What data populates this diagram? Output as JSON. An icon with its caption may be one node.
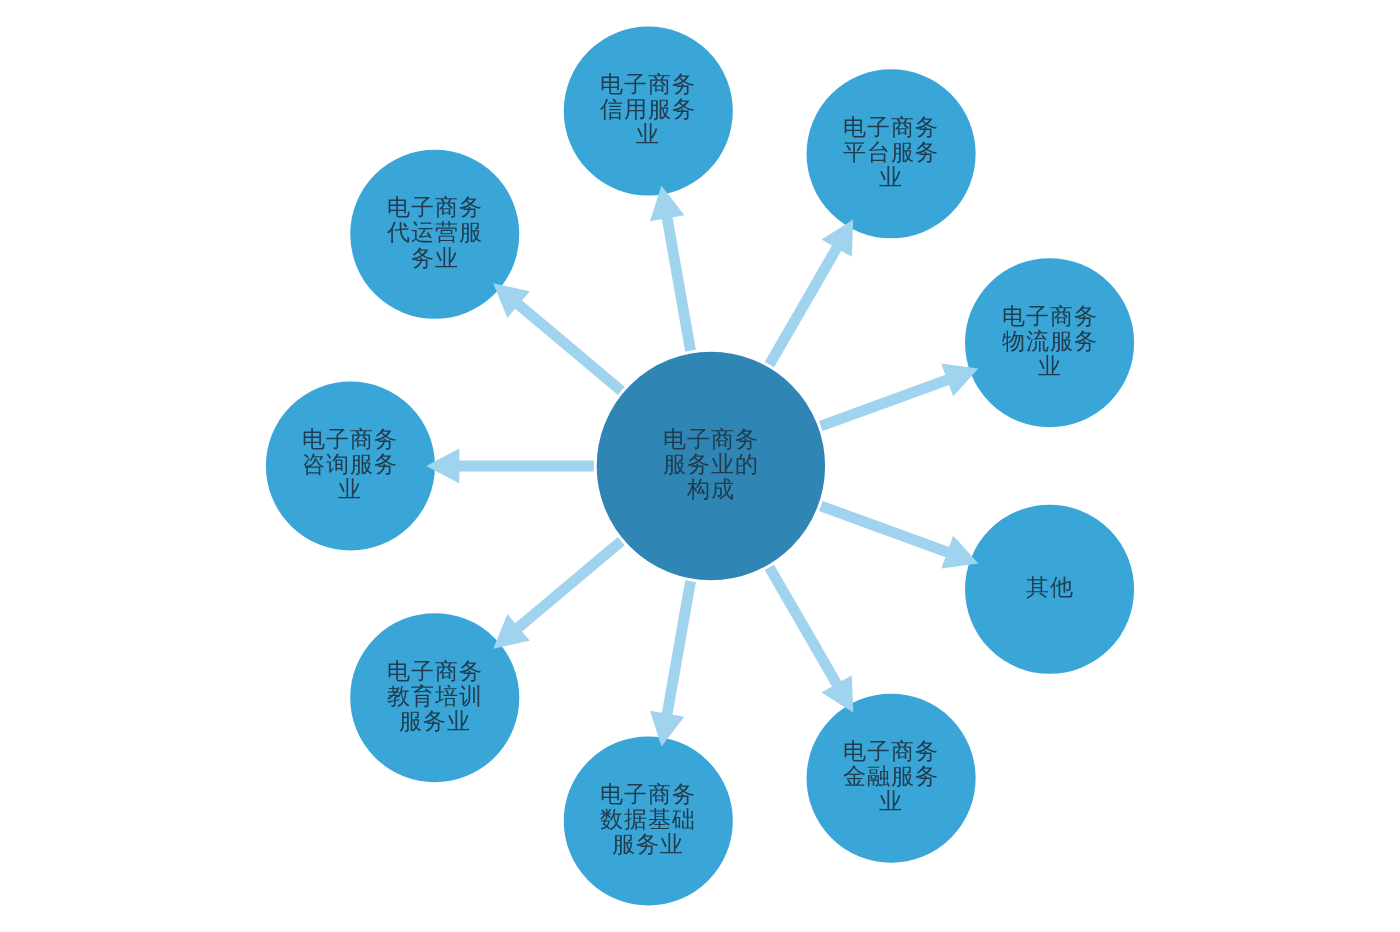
{
  "diagram": {
    "nodes": [
      {
        "text": [
          "电子商务物流服务业"
        ]
      },
      {
        "text": [
          "电子商务平台服务业"
        ]
      },
      {
        "text": [
          "电子商务信用服务业"
        ]
      },
      {
        "text": [
          "电子商务代运营服务业"
        ]
      },
      {
        "text": [
          "电子商务服务业的构成"
        ]
      },
      {
        "text": [
          "电子商务咨询服务业"
        ]
      },
      {
        "text": [
          "电子商务教育培训服务业"
        ]
      },
      {
        "text": [
          "电子商务数据基础服务业"
        ]
      },
      {
        "text": [
          "电子商务金融服务业"
        ]
      },
      {
        "text": [
          "其他"
        ]
      }
    ],
    "edges": [
      {
        "from": 4,
        "to": 0,
        "arrow": "to"
      },
      {
        "from": 4,
        "to": 2,
        "arrow": "to"
      },
      {
        "from": 4,
        "to": 5,
        "arrow": "to"
      },
      {
        "from": 4,
        "to": 7,
        "arrow": "to"
      },
      {
        "from": 4,
        "to": 9,
        "arrow": "to"
      },
      {
        "from": 4,
        "to": 8,
        "arrow": "to"
      },
      {
        "from": 4,
        "to": 6,
        "arrow": "to"
      },
      {
        "from": 4,
        "to": 3,
        "arrow": "to"
      },
      {
        "from": 4,
        "to": 1,
        "arrow": "to"
      }
    ]
  }
}
